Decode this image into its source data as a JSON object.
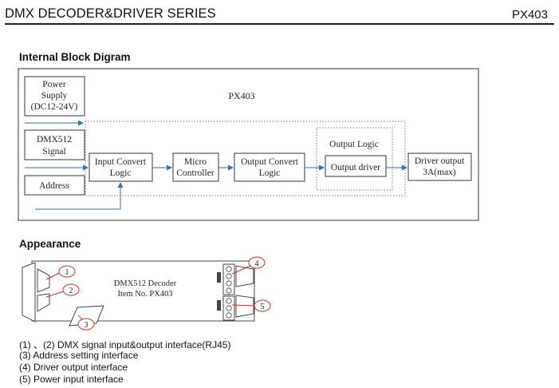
{
  "header": {
    "title": "DMX DECODER&DRIVER SERIES",
    "model": "PX403"
  },
  "block_diagram": {
    "heading": "Internal Block Digram",
    "chip_label": "PX403",
    "power_supply": [
      "Power",
      "Supply",
      "(DC12-24V)"
    ],
    "dmx_signal": [
      "DMX512",
      "Signal"
    ],
    "address": "Address",
    "input_convert": [
      "Input Convert",
      "Logic"
    ],
    "micro": [
      "Micro",
      "Controller"
    ],
    "output_convert": [
      "Output Convert",
      "Logic"
    ],
    "output_logic": "Output Logic",
    "output_driver": "Output driver",
    "driver_output": [
      "Driver output",
      "3A(max)"
    ]
  },
  "appearance": {
    "heading": "Appearance",
    "device_label": [
      "DMX512 Decoder",
      "Item No. PX403"
    ],
    "callouts": [
      "1",
      "2",
      "3",
      "4",
      "5"
    ]
  },
  "legend": [
    "(1) 、(2) DMX signal input&output  interface(RJ45)",
    "(3) Address setting interface",
    "(4) Driver output interface",
    "(5) Power input interface"
  ]
}
